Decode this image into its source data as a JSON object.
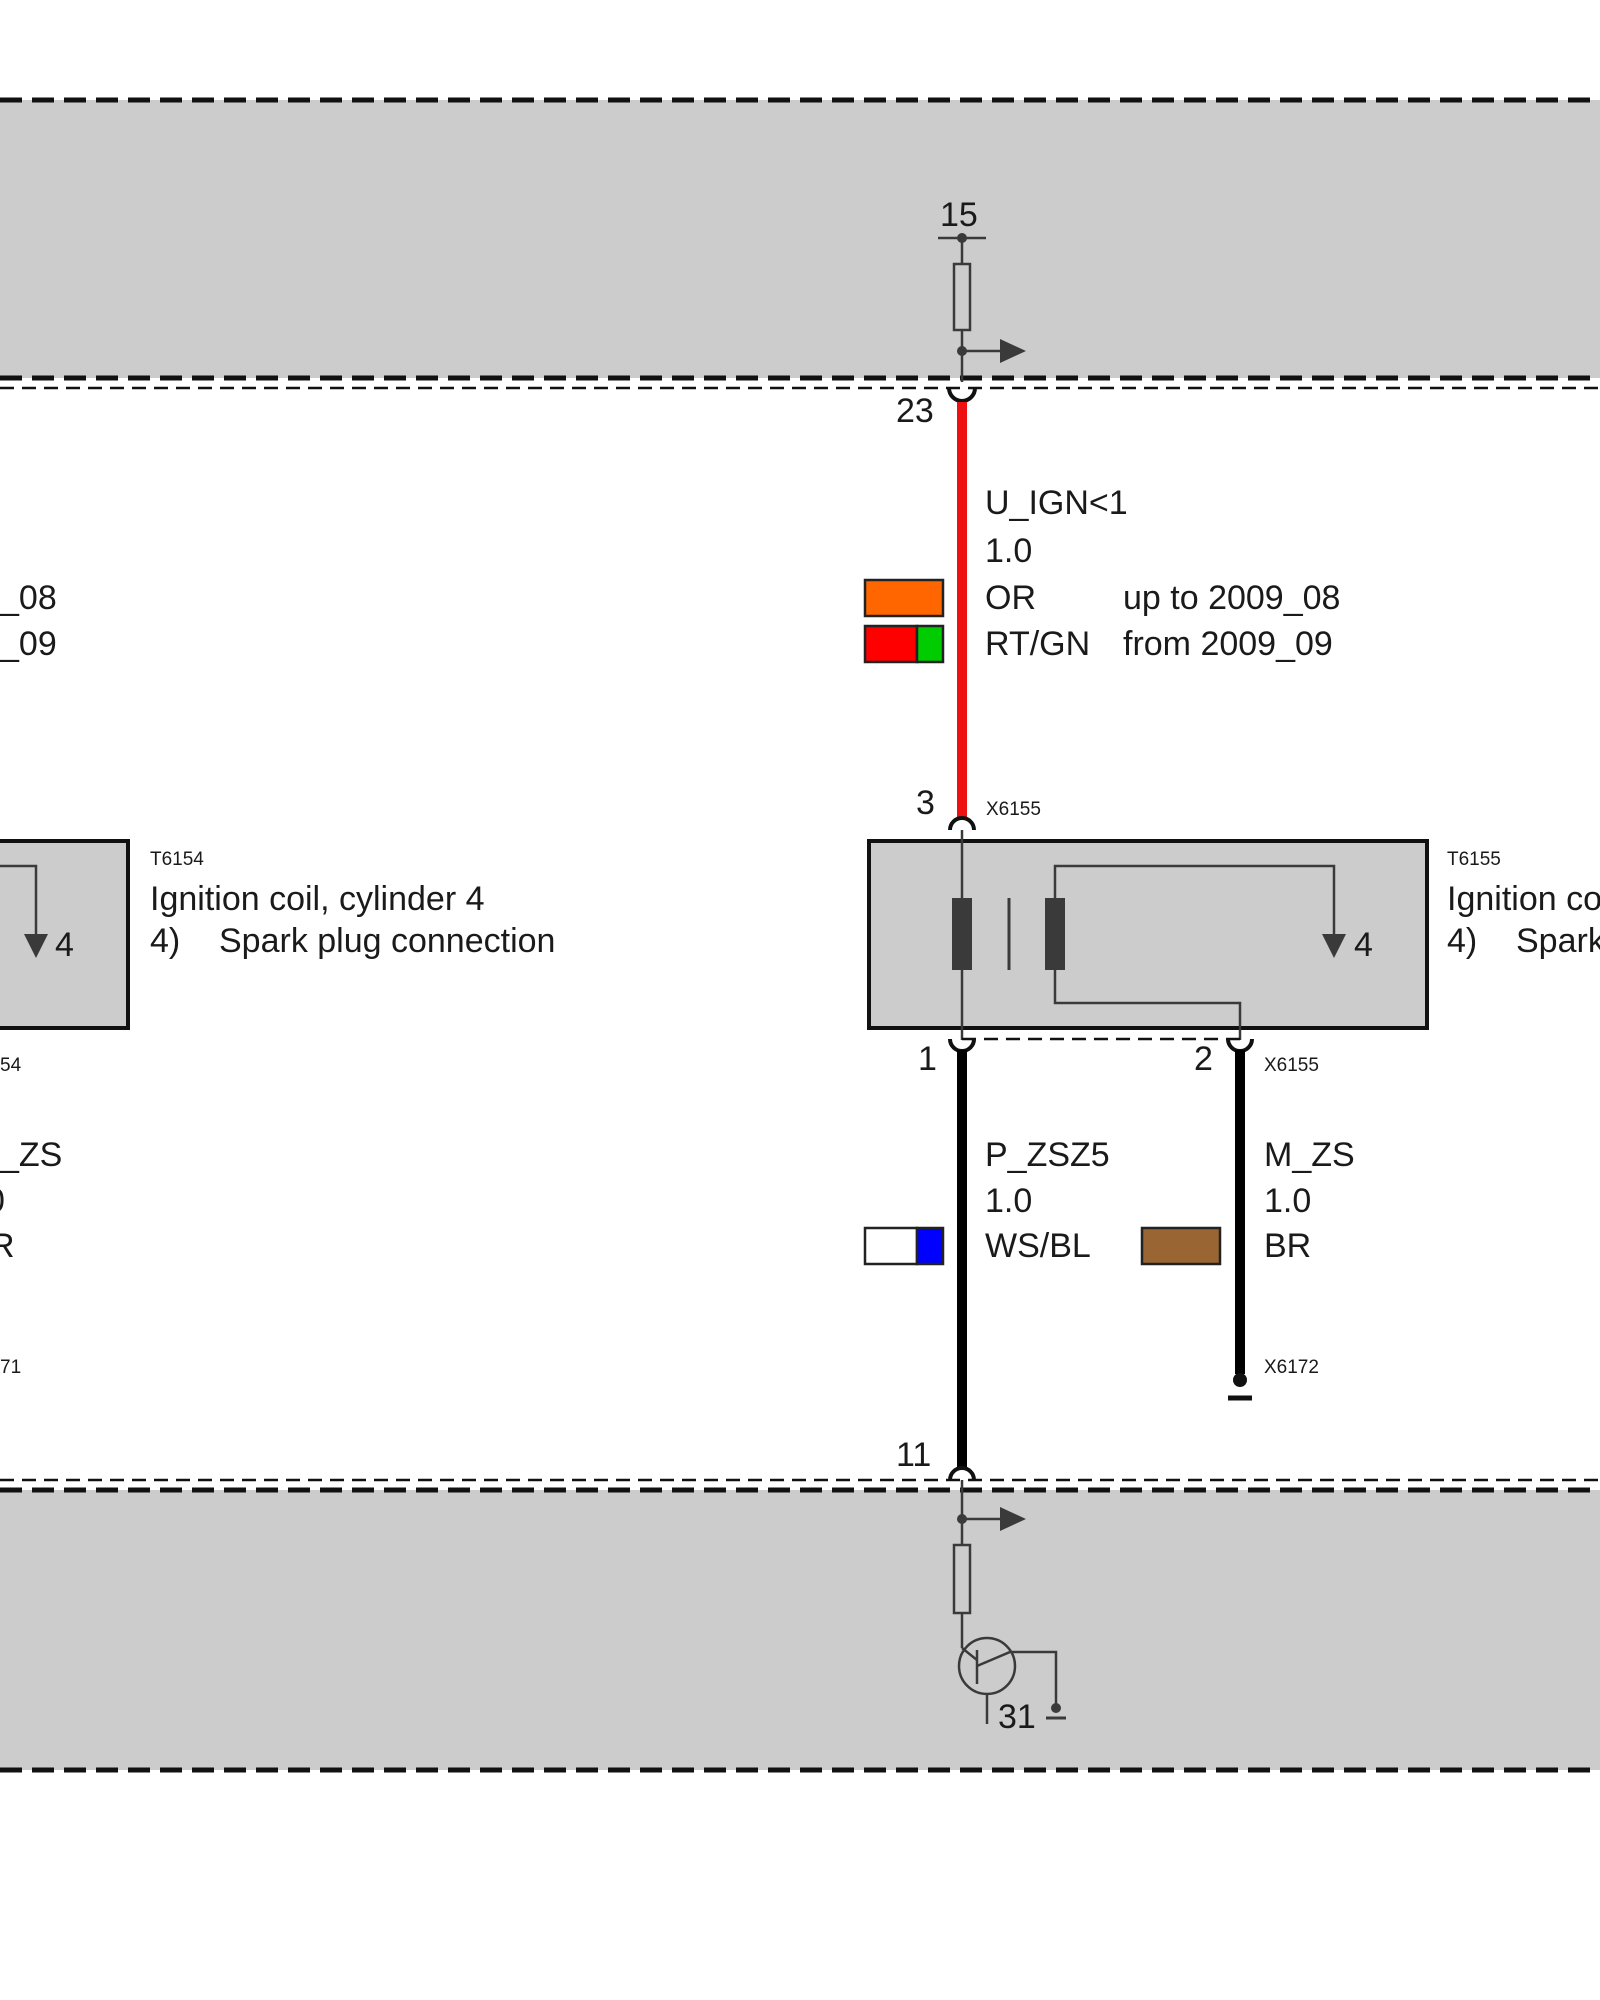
{
  "colors": {
    "module_fill": "#cccccc",
    "wire_red": "#ee1111",
    "wire_black": "#000000",
    "swatch_orange": "#ff6600",
    "swatch_red": "#ff0000",
    "swatch_green": "#00cc00",
    "swatch_blue": "#0000ff",
    "swatch_brown": "#996633",
    "swatch_white": "#ffffff"
  },
  "top_module": {
    "terminal_label": "15",
    "pin": "23"
  },
  "wire_ign": {
    "signal": "U_IGN<1",
    "cross_section": "1.0",
    "variants": [
      {
        "color_code": "OR",
        "validity": "up to 2009_08"
      },
      {
        "color_code": "RT/GN",
        "validity": "from 2009_09"
      }
    ]
  },
  "left_partial": {
    "validity_1": "_08",
    "validity_2": "_09",
    "component_code": "T6154",
    "title": "Ignition coil, cylinder 4",
    "note_number": "4)",
    "note_text": "Spark plug connection",
    "arrow_label": "4",
    "connector_fragment": "54",
    "signal_fragment": "_ZS",
    "cross_section_fragment": "0",
    "color_fragment": "R",
    "ground_fragment": "71"
  },
  "coil_t6155": {
    "component_code": "T6155",
    "title_fragment": "Ignition co",
    "note_number": "4)",
    "note_fragment": "Spark",
    "arrow_label": "4",
    "connector_top": "X6155",
    "connector_bottom": "X6155",
    "pin_top": "3",
    "pin_bottom_1": "1",
    "pin_bottom_2": "2"
  },
  "wire_zsz5": {
    "signal": "P_ZSZ5",
    "cross_section": "1.0",
    "color_code": "WS/BL"
  },
  "wire_mzs": {
    "signal": "M_ZS",
    "cross_section": "1.0",
    "color_code": "BR",
    "ground_connector": "X6172"
  },
  "bottom_module": {
    "pin": "11",
    "ground_label": "31"
  }
}
